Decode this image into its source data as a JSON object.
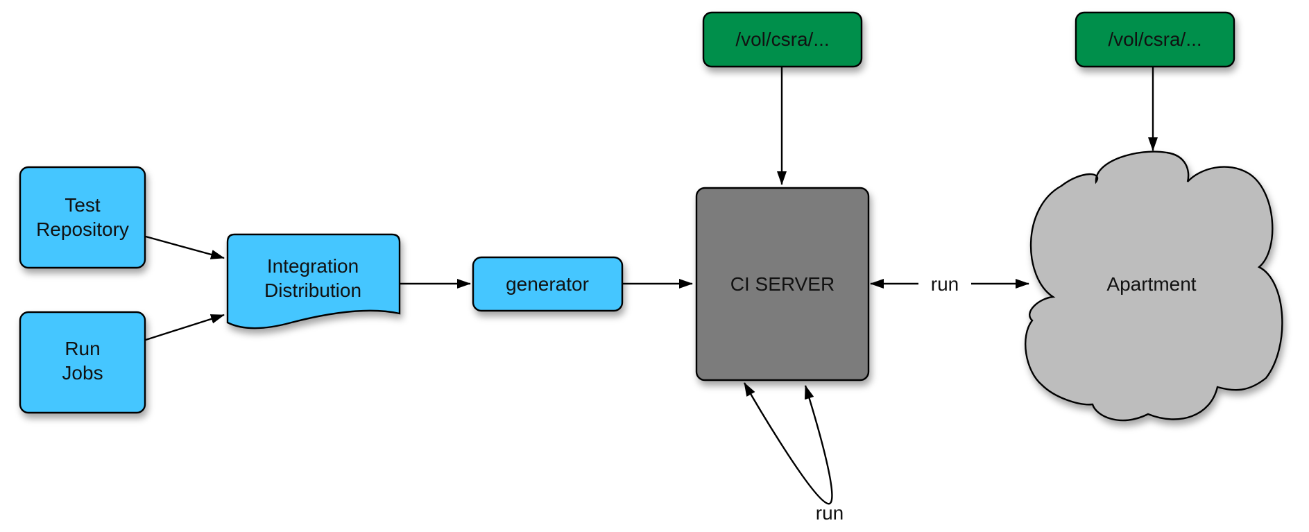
{
  "colors": {
    "input_fill": "#44c6ff",
    "storage_fill": "#008f4c",
    "server_fill": "#7b7b7b",
    "cloud_fill": "#bdbdbd",
    "stroke": "#000000"
  },
  "nodes": {
    "test_repository": {
      "line1": "Test",
      "line2": "Repository"
    },
    "run_jobs": {
      "line1": "Run",
      "line2": "Jobs"
    },
    "integration_distribution": {
      "line1": "Integration",
      "line2": "Distribution"
    },
    "generator": {
      "label": "generator"
    },
    "ci_server": {
      "label": "CI SERVER"
    },
    "storage_ci": {
      "label": "/vol/csra/..."
    },
    "storage_apartment": {
      "label": "/vol/csra/..."
    },
    "apartment": {
      "label": "Apartment"
    }
  },
  "edges": {
    "ci_apartment_label": "run",
    "self_loop_label": "run"
  }
}
